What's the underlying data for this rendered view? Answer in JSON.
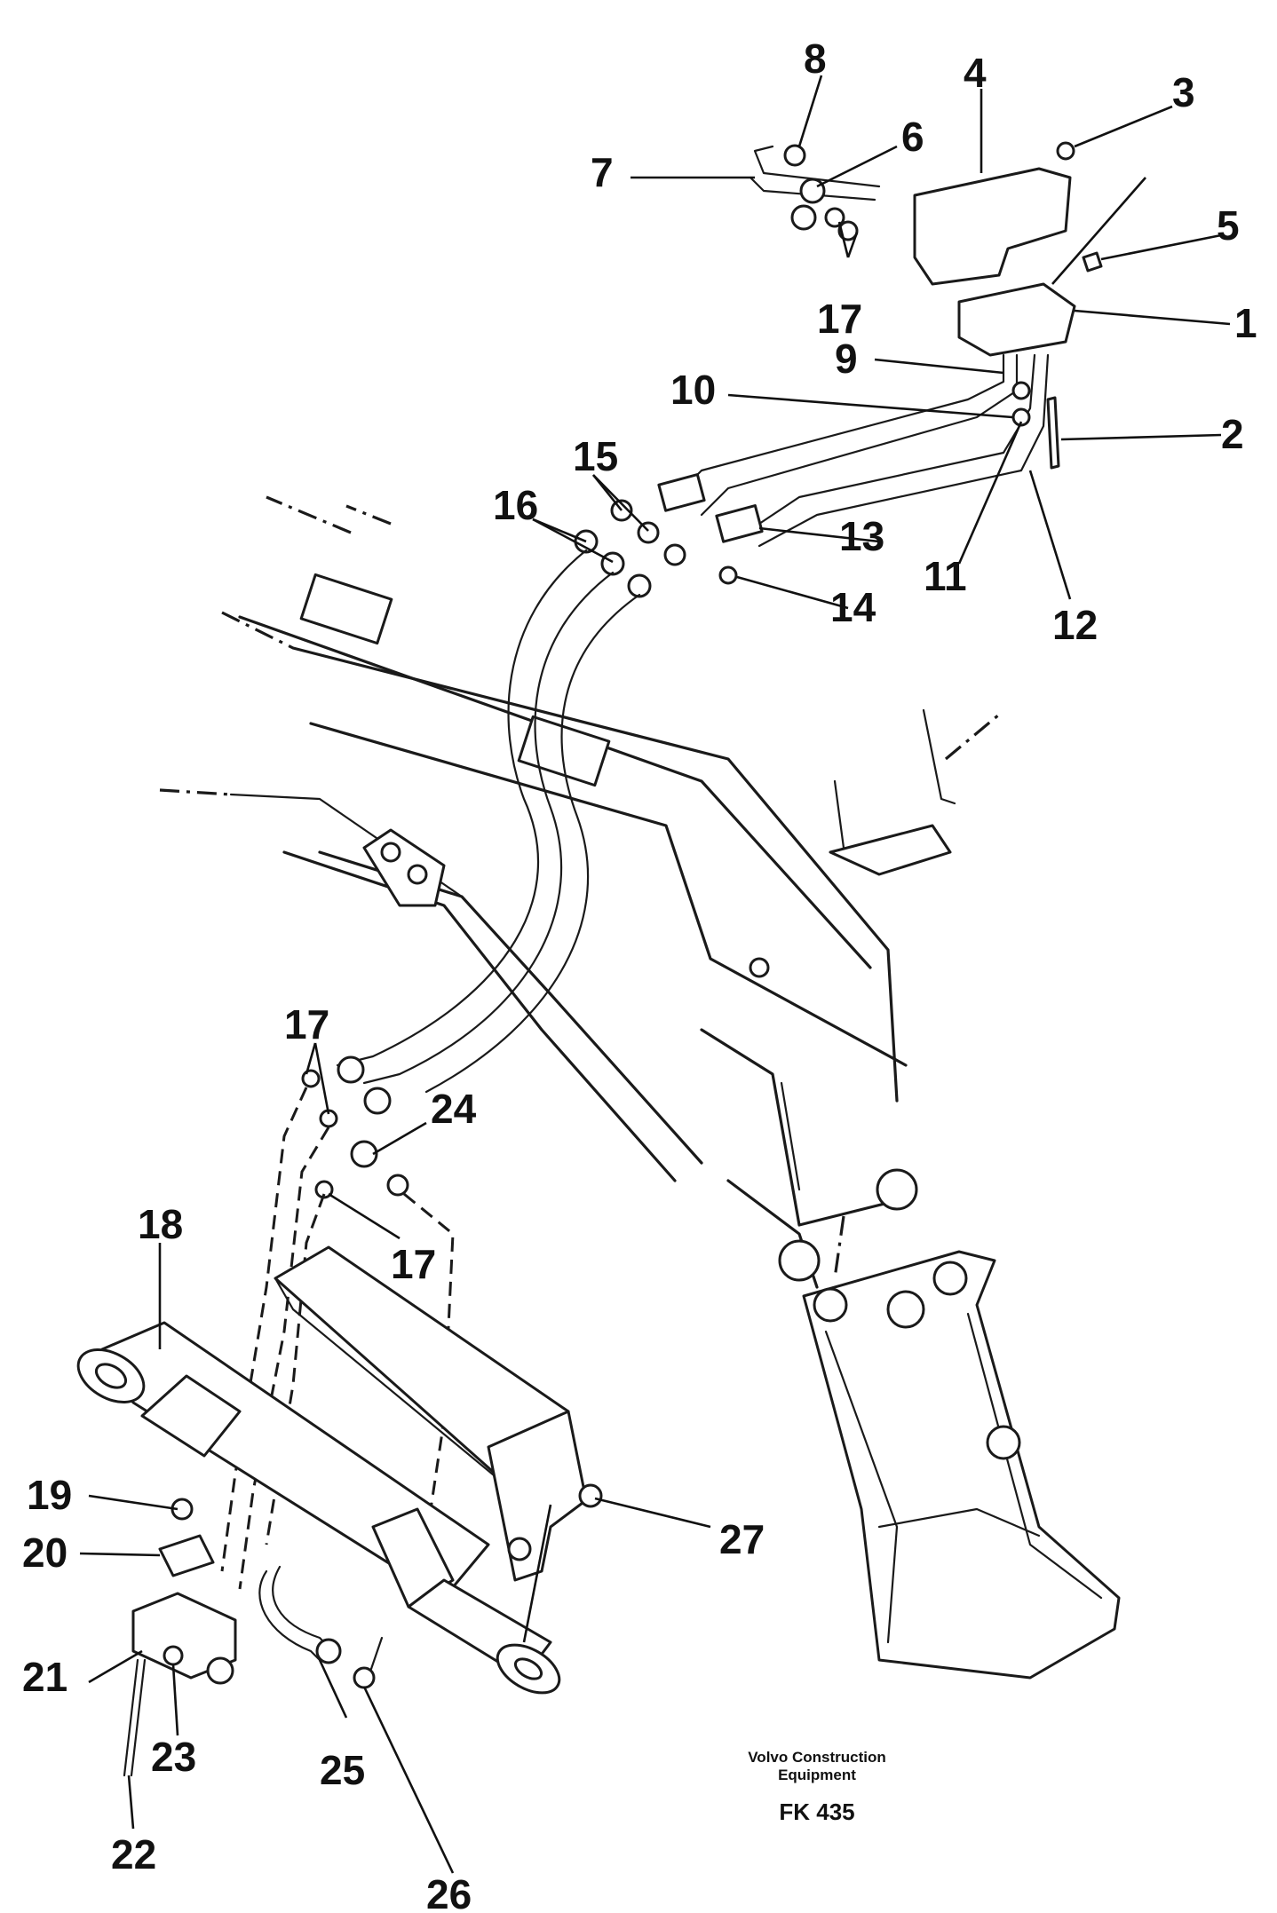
{
  "callouts": {
    "c1": "1",
    "c2": "2",
    "c3": "3",
    "c4": "4",
    "c5": "5",
    "c6": "6",
    "c7": "7",
    "c8": "8",
    "c9": "9",
    "c10": "10",
    "c11": "11",
    "c12": "12",
    "c13": "13",
    "c14": "14",
    "c15": "15",
    "c16": "16",
    "c17a": "17",
    "c17b": "17",
    "c17c": "17",
    "c18": "18",
    "c19": "19",
    "c20": "20",
    "c21": "21",
    "c22": "22",
    "c23": "23",
    "c24": "24",
    "c25": "25",
    "c26": "26",
    "c27": "27"
  },
  "footer": {
    "maker_line1": "Volvo Construction",
    "maker_line2": "Equipment",
    "code": "FK 435"
  }
}
